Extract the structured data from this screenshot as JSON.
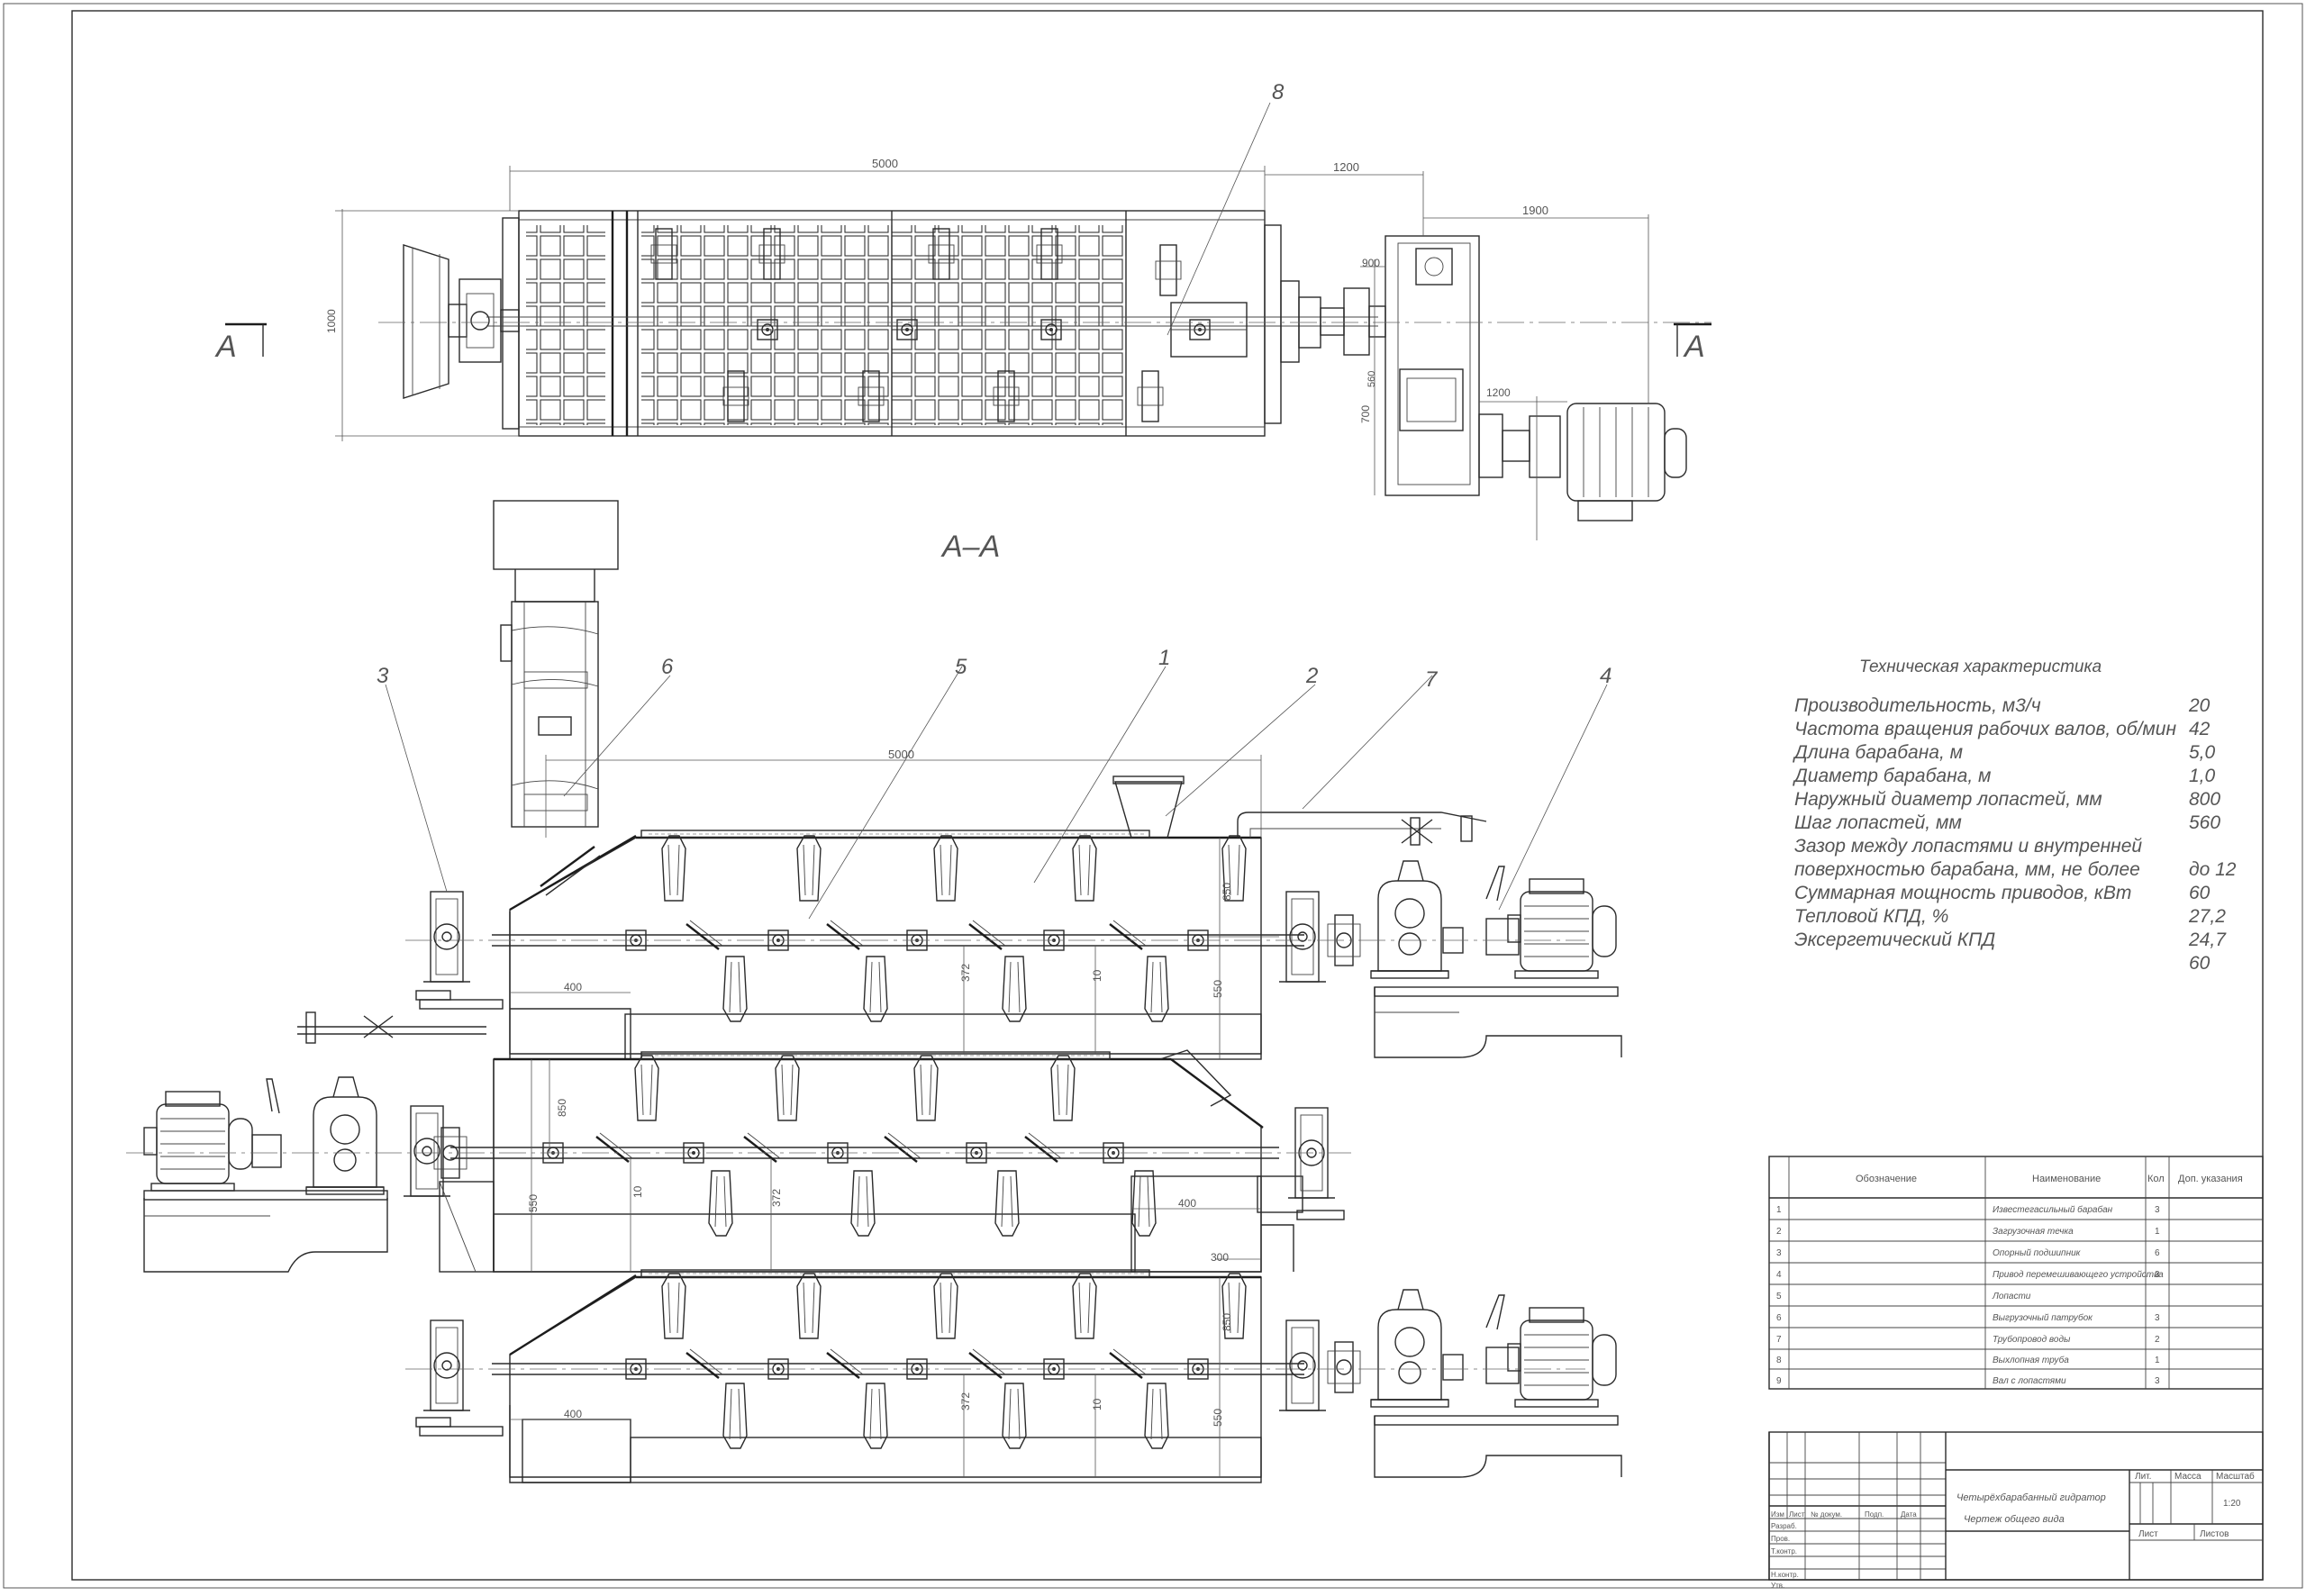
{
  "views": {
    "section_label": "А–А",
    "section_mark_left": "А",
    "section_mark_right": "А"
  },
  "dimensions": {
    "plan_length": "5000",
    "plan_drive_offset": "1200",
    "plan_drive_span": "1900",
    "plan_height": "1000",
    "plan_gearbox_width": "900",
    "plan_motor_offset": "1200",
    "plan_gearbox_depth": "700",
    "plan_gearbox_inner": "560",
    "elev_length": "5000",
    "dim_850": "850",
    "dim_550": "550",
    "dim_400": "400",
    "dim_372": "372",
    "dim_10": "10",
    "dim_300": "300"
  },
  "callouts": [
    "1",
    "2",
    "3",
    "4",
    "5",
    "6",
    "7",
    "8"
  ],
  "tech": {
    "title": "Техническая характеристика",
    "rows": [
      {
        "name": "Производительность, м3/ч",
        "value": "20"
      },
      {
        "name": "Частота вращения рабочих валов, об/мин",
        "value": "42"
      },
      {
        "name": "Длина барабана, м",
        "value": "5,0"
      },
      {
        "name": "Диаметр барабана, м",
        "value": "1,0"
      },
      {
        "name": "Наружный диаметр лопастей, мм",
        "value": "800"
      },
      {
        "name": "Шаг лопастей, мм",
        "value": "560"
      },
      {
        "name": "Зазор между лопастями и внутренней",
        "value": ""
      },
      {
        "name": "поверхностью барабана, мм, не более",
        "value": "до 12"
      },
      {
        "name": "Суммарная мощность приводов, кВт",
        "value": "60"
      },
      {
        "name": "Тепловой КПД, %",
        "value": "27,2"
      },
      {
        "name": "Эксергетический КПД",
        "value": "24,7"
      },
      {
        "name": "",
        "value": "60"
      }
    ]
  },
  "spec": {
    "headers": [
      "Обозначение",
      "Наименование",
      "Кол",
      "Доп. указания"
    ],
    "rows": [
      {
        "pos": "1",
        "name": "Известегасильный барабан",
        "qty": "3"
      },
      {
        "pos": "2",
        "name": "Загрузочная течка",
        "qty": "1"
      },
      {
        "pos": "3",
        "name": "Опорный подшипник",
        "qty": "6"
      },
      {
        "pos": "4",
        "name": "Привод перемешивающего устройства",
        "qty": "3"
      },
      {
        "pos": "5",
        "name": "Лопасти",
        "qty": ""
      },
      {
        "pos": "6",
        "name": "Выгрузочный патрубок",
        "qty": "3"
      },
      {
        "pos": "7",
        "name": "Трубопровод воды",
        "qty": "2"
      },
      {
        "pos": "8",
        "name": "Выхлопная труба",
        "qty": "1"
      },
      {
        "pos": "9",
        "name": "Вал с лопастями",
        "qty": "3"
      }
    ]
  },
  "title_block": {
    "name_line1": "Четырёхбарабанный гидратор",
    "name_line2": "Чертеж общего вида",
    "col_lit": "Лит.",
    "col_mass": "Масса",
    "col_scale": "Масштаб",
    "scale": "1:20",
    "sheet": "Лист",
    "sheets": "Листов",
    "row_labels": [
      "Изм",
      "Лист",
      "№ докум.",
      "Подп.",
      "Дата"
    ],
    "roles": [
      "Разраб.",
      "Пров.",
      "Т.контр.",
      "",
      "Н.контр.",
      "Утв."
    ]
  }
}
